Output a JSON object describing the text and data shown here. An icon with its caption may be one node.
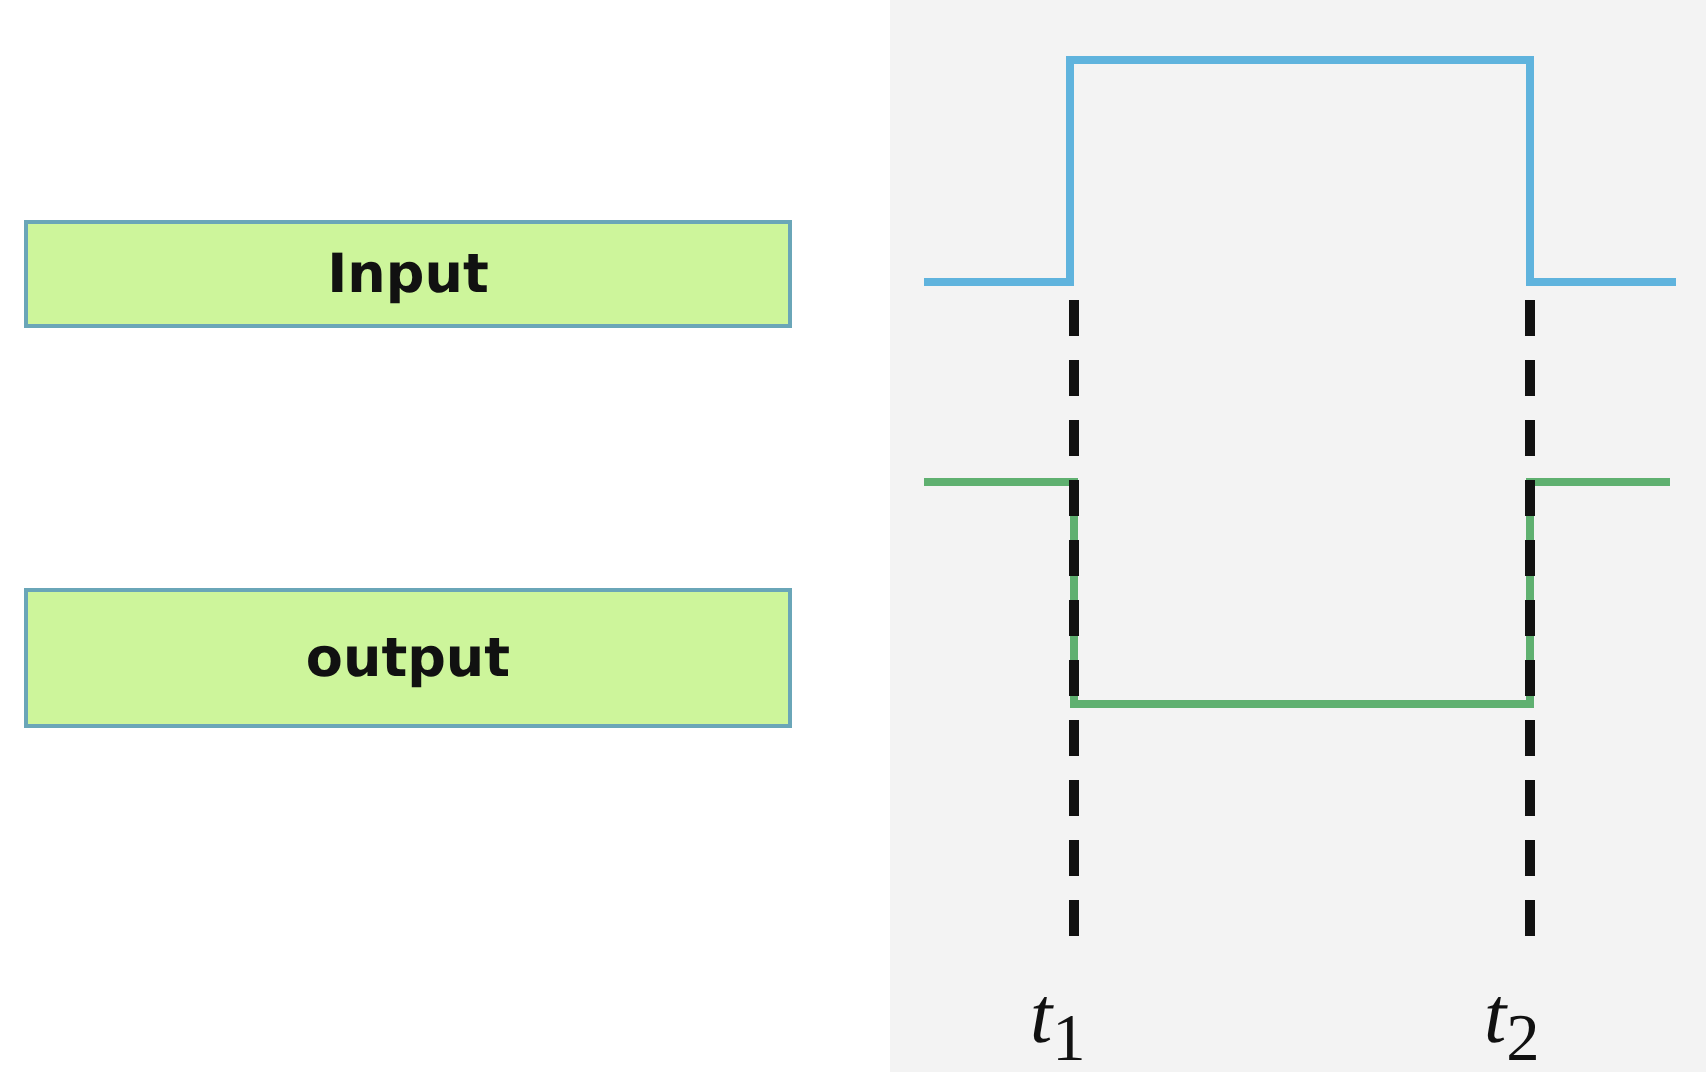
{
  "diagram": {
    "nodes": [
      {
        "text": [
          "Input"
        ]
      },
      {
        "text": [
          "output"
        ]
      }
    ],
    "edges": [],
    "labels": [
      "*t*$_{1}$",
      "*t*$_{2}$"
    ]
  }
}
